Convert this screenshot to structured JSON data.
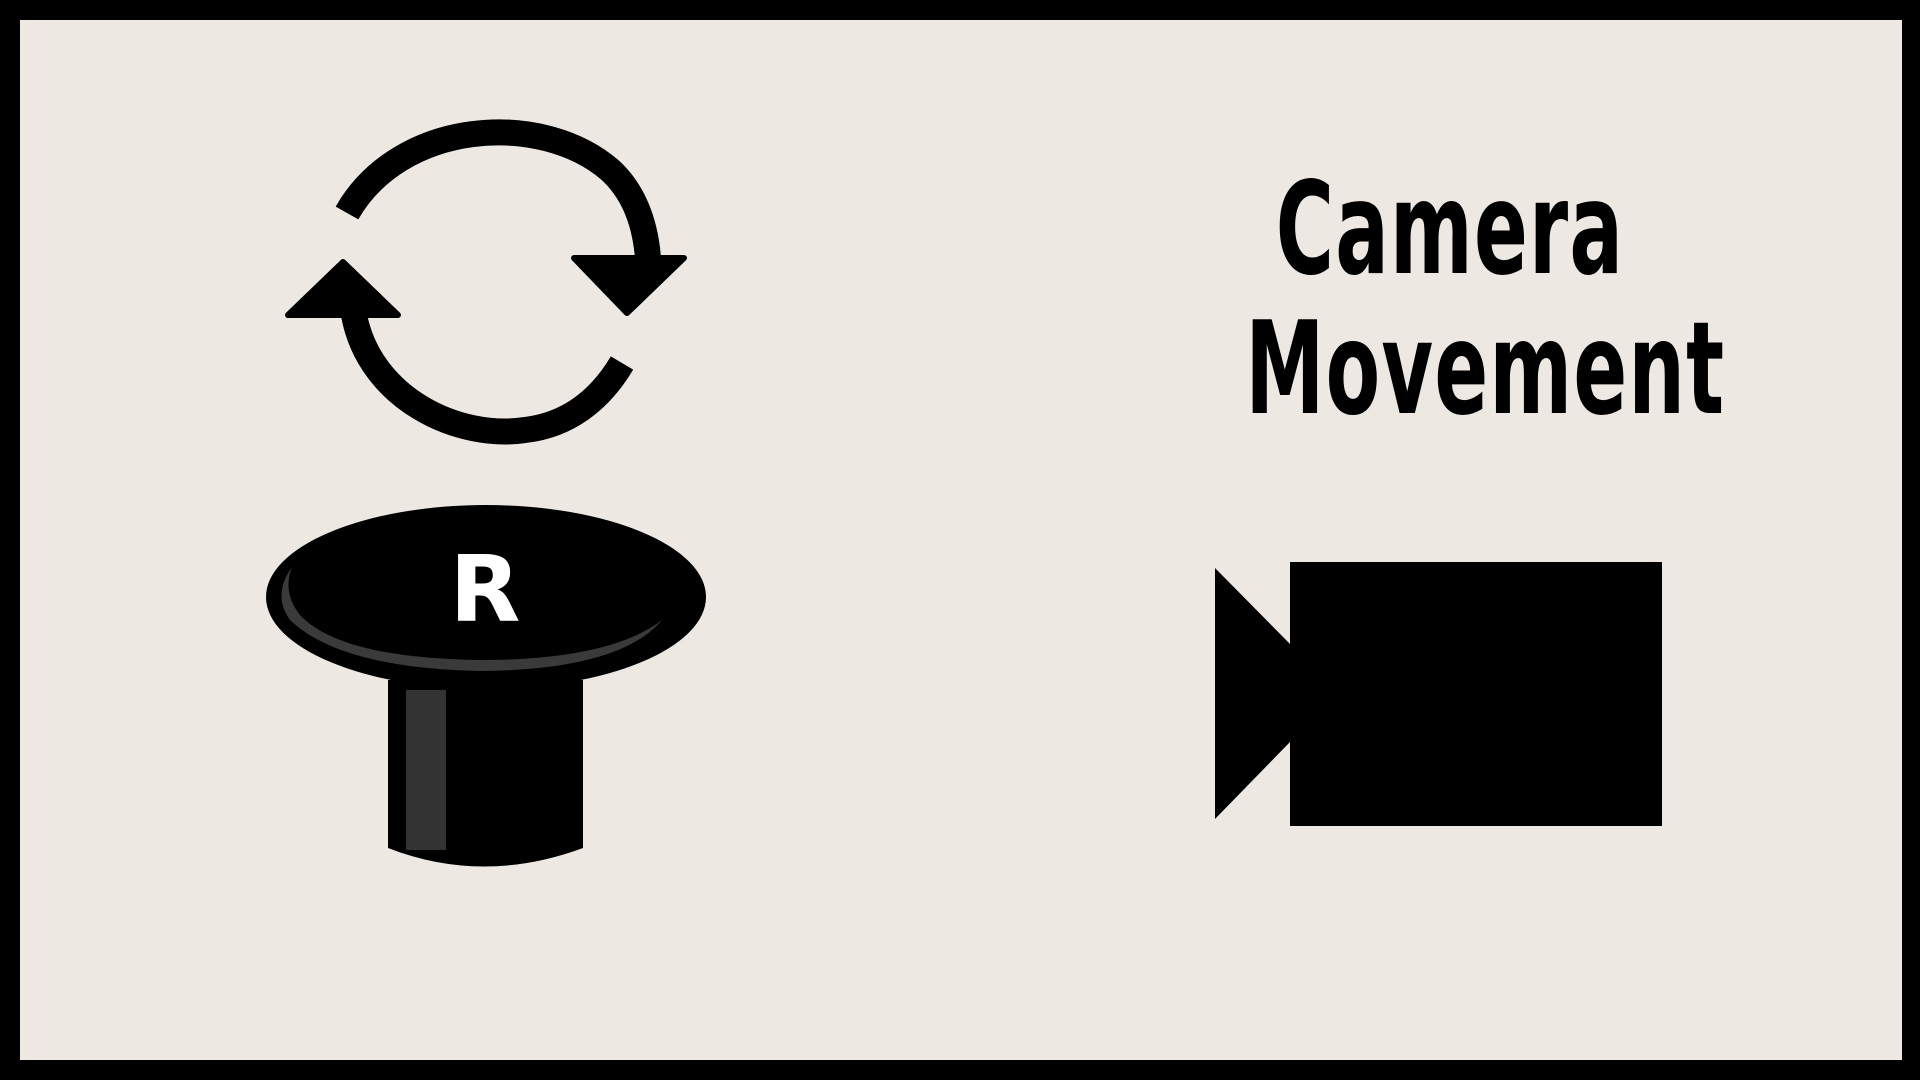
{
  "instruction_card": {
    "title_line_1": "Camera",
    "title_line_2": "Movement",
    "key_label": "R",
    "icons": [
      "rotate-arrows-icon",
      "joystick-button-icon",
      "video-camera-icon"
    ],
    "colors": {
      "border": "#000000",
      "background": "#EEE8E3",
      "icon": "#000000",
      "key_text": "#FFFFFF"
    }
  }
}
